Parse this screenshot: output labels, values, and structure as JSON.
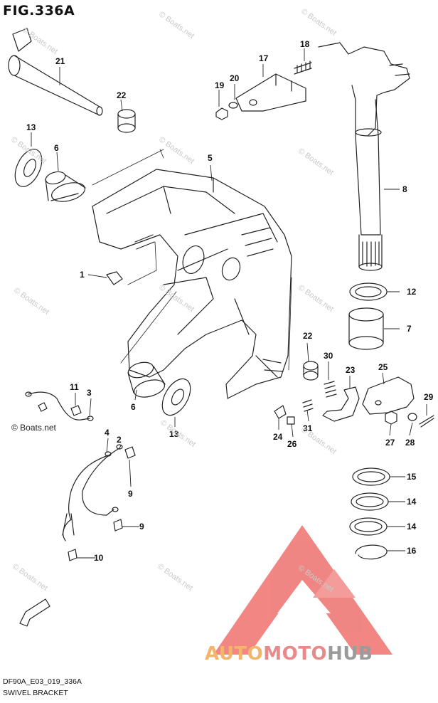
{
  "figure": {
    "title": "FIG.336A",
    "code": "DF90A_E03_019_336A",
    "name": "SWIVEL BRACKET"
  },
  "watermark": {
    "text": "© Boats.net"
  },
  "logo": {
    "part_a": "AUTO",
    "part_b": "MOTO",
    "part_c": "HUB"
  },
  "colors": {
    "logo_red": "#e8433f",
    "logo_orange": "#f2b56a",
    "logo_gray": "#9b9b9b",
    "line": "#222222"
  },
  "callouts": [
    "21",
    "22",
    "13",
    "6",
    "5",
    "17",
    "18",
    "19",
    "20",
    "8",
    "12",
    "7",
    "1",
    "22",
    "30",
    "23",
    "25",
    "29",
    "11",
    "3",
    "6",
    "13",
    "24",
    "26",
    "31",
    "27",
    "28",
    "4",
    "2",
    "9",
    "9",
    "10",
    "15",
    "14",
    "14",
    "16"
  ]
}
